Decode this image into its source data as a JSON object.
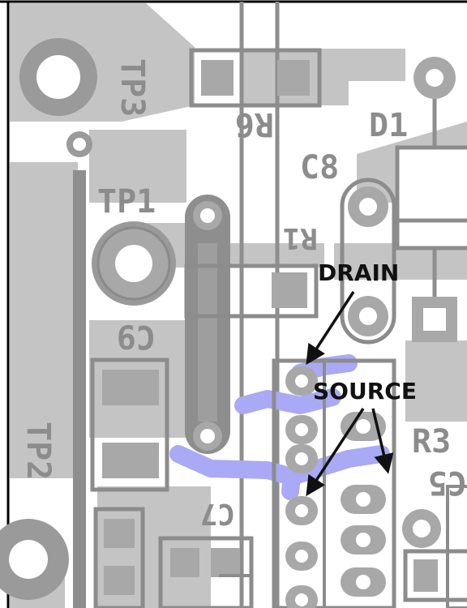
{
  "colors": {
    "board": "#ffffff",
    "copper": "#c4c4c4",
    "trace_dark": "#8e8e8e",
    "silkscreen": "#8c8c8c",
    "pad": "#a8a8a8",
    "highlight_trace": "#a9a9f5",
    "annotation": "#111111"
  },
  "labels": {
    "tp3": "TP3",
    "r6": "R6",
    "d1": "D1",
    "c8": "C8",
    "tp1": "TP1",
    "r1": "R1",
    "c9": "C9",
    "tp2": "TP2",
    "r3": "R3",
    "c5": "C5",
    "c7": "C7"
  },
  "annotations": {
    "drain": "DRAIN",
    "source": "SOURCE"
  }
}
